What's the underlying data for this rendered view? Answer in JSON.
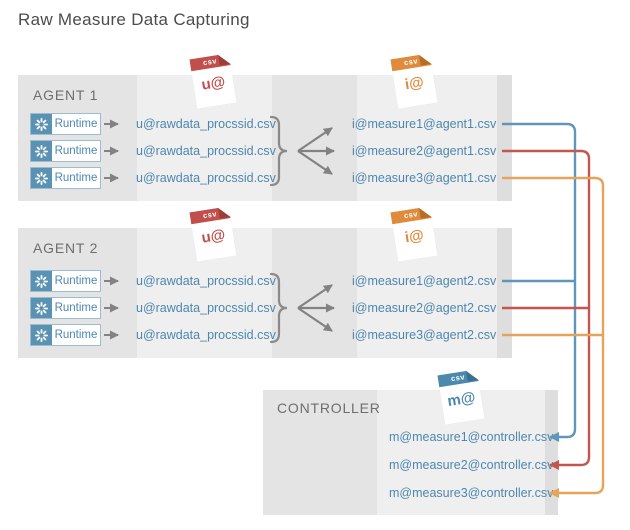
{
  "title": "Raw Measure Data Capturing",
  "runtime_label": "Runtime",
  "colors": {
    "line_blue": "#6096ba",
    "line_red": "#c3564f",
    "line_orange": "#e6a35b",
    "file_text_blue": "#4d87b0",
    "runtime_icon_blue": "#5a92b4",
    "panel_dark_gray": "#e4e4e4",
    "panel_light_gray": "#efefef",
    "arrow_gray": "#828282"
  },
  "file_icons": {
    "u": {
      "badge": "csv",
      "label": "u@",
      "color": "#c14f4b"
    },
    "i": {
      "badge": "csv",
      "label": "i@",
      "color": "#e08b3c"
    },
    "m": {
      "badge": "csv",
      "label": "m@",
      "color": "#4b8aad"
    }
  },
  "agents": [
    {
      "name": "AGENT 1",
      "runtimes": [
        "Runtime",
        "Runtime",
        "Runtime"
      ],
      "raw_files": [
        "u@rawdata_procssid.csv",
        "u@rawdata_procssid.csv",
        "u@rawdata_procssid.csv"
      ],
      "measure_files": [
        "i@measure1@agent1.csv",
        "i@measure2@agent1.csv",
        "i@measure3@agent1.csv"
      ]
    },
    {
      "name": "AGENT 2",
      "runtimes": [
        "Runtime",
        "Runtime",
        "Runtime"
      ],
      "raw_files": [
        "u@rawdata_procssid.csv",
        "u@rawdata_procssid.csv",
        "u@rawdata_procssid.csv"
      ],
      "measure_files": [
        "i@measure1@agent2.csv",
        "i@measure2@agent2.csv",
        "i@measure3@agent2.csv"
      ]
    }
  ],
  "controller": {
    "name": "CONTROLLER",
    "files": [
      "m@measure1@controller.csv",
      "m@measure2@controller.csv",
      "m@measure3@controller.csv"
    ]
  }
}
